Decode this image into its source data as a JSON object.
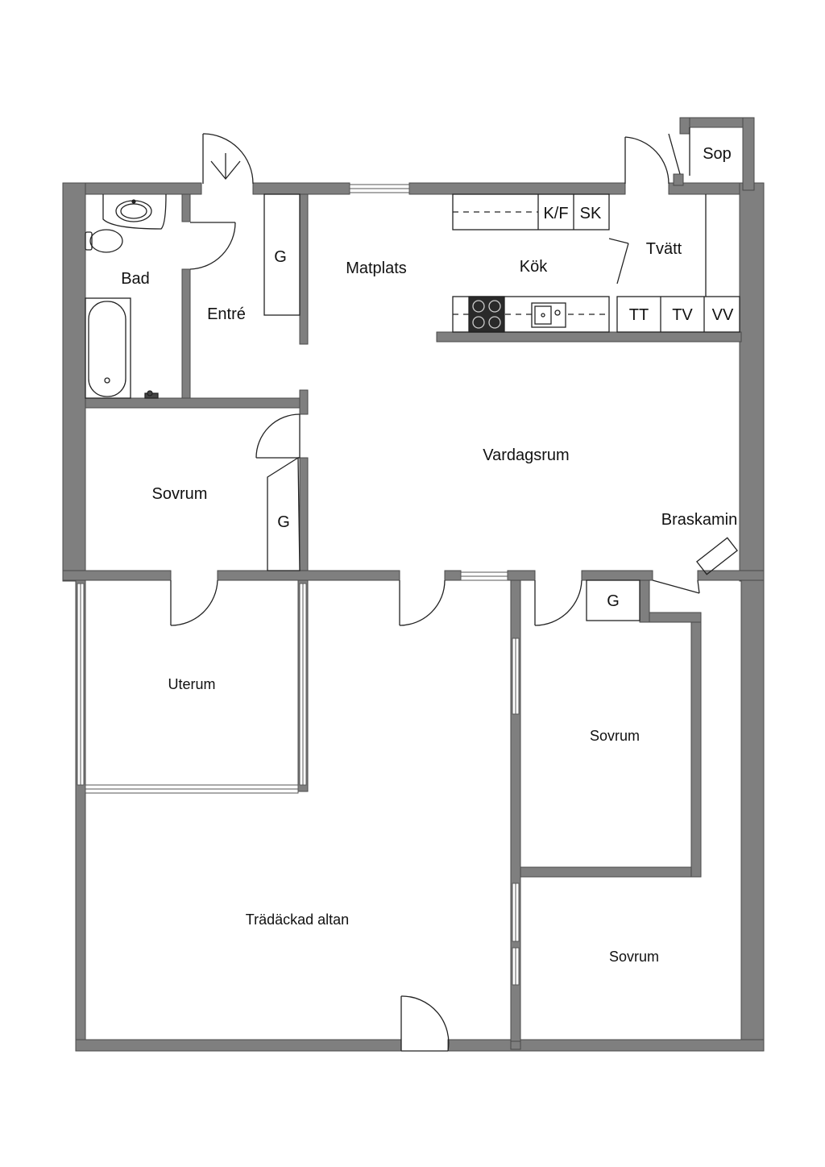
{
  "colors": {
    "wall": "#7f7f7f",
    "wall_outline": "#4a4a4a",
    "floor": "#ffffff",
    "fixture_line": "#222222",
    "stove": "#2a2a2a"
  },
  "rooms": {
    "bad": "Bad",
    "entre": "Entré",
    "matplats": "Matplats",
    "kok": "Kök",
    "tvatt": "Tvätt",
    "sop": "Sop",
    "vardagsrum": "Vardagsrum",
    "braskamin": "Braskamin",
    "sovrum_west": "Sovrum",
    "uterum": "Uterum",
    "tradackad_altan": "Trädäckad altan",
    "sovrum_east_upper": "Sovrum",
    "sovrum_east_lower": "Sovrum"
  },
  "fixtures": {
    "garderob_entre": "G",
    "garderob_sovrum": "G",
    "garderob_east": "G",
    "kyl_frys": "K/F",
    "skap": "SK",
    "torktumlare": "TT",
    "tvattmaskin": "TV",
    "varmvattenberedare": "VV"
  }
}
